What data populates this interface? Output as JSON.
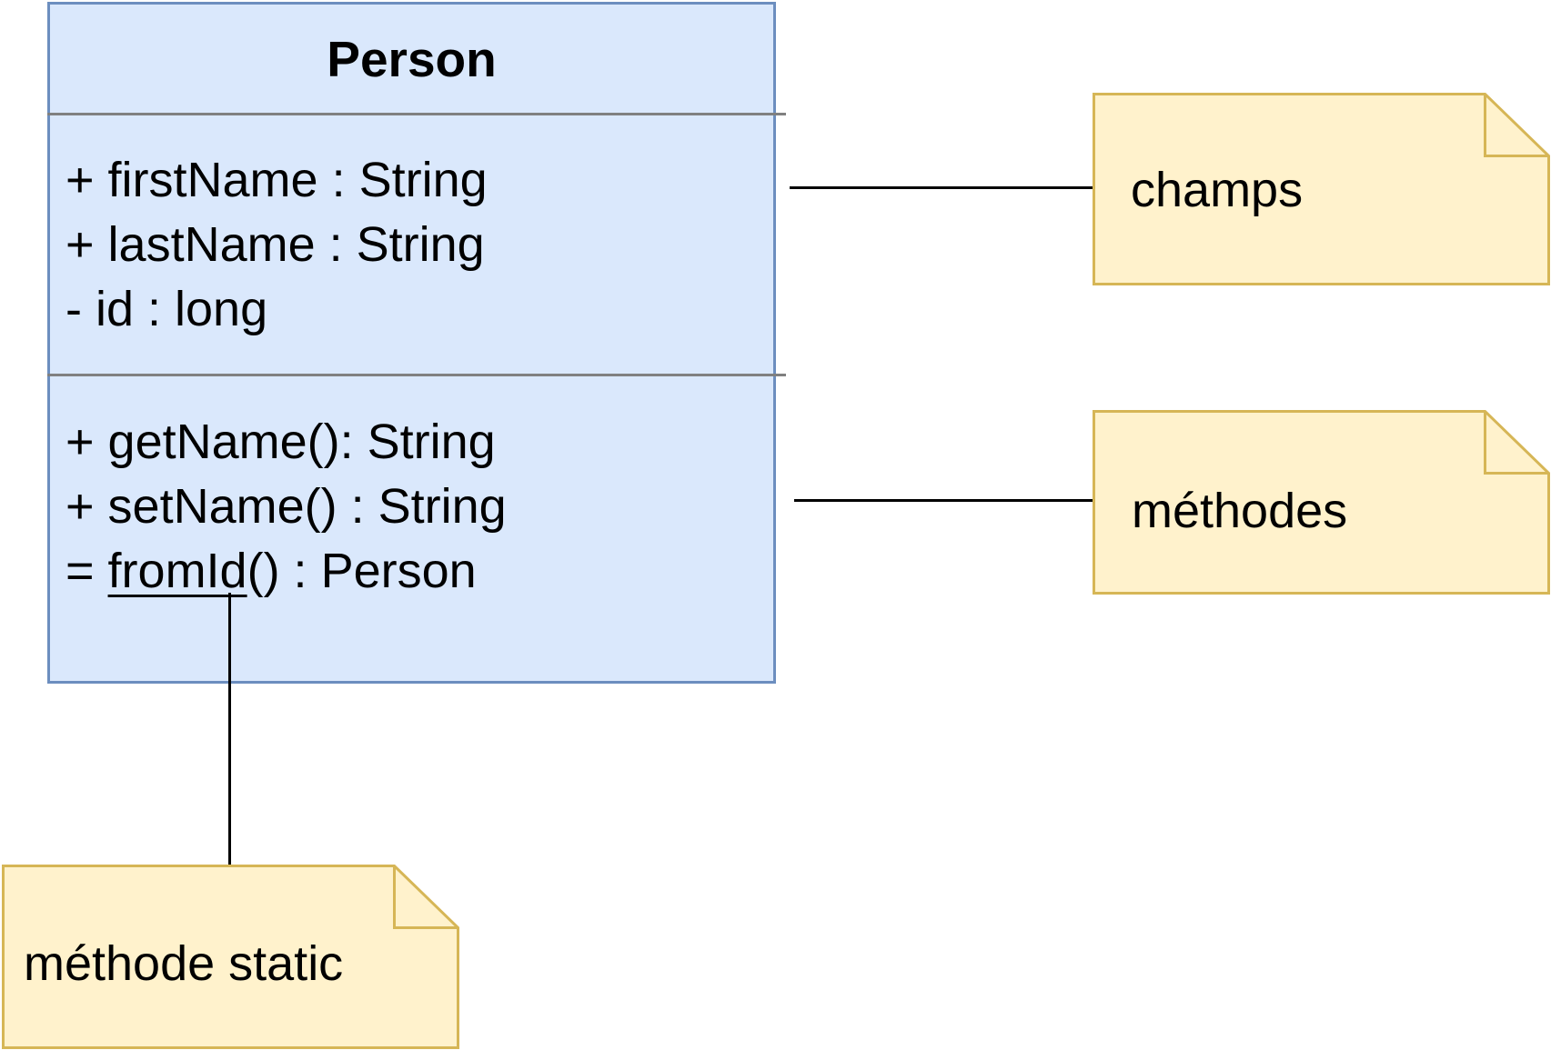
{
  "class": {
    "name": "Person",
    "fields": [
      "+ firstName : String",
      "+ lastName : String",
      "- id : long"
    ],
    "methods": {
      "get_name": "+ getName(): String",
      "set_name": "+ setName() : String",
      "from_id_prefix": "= ",
      "from_id_name": "fromId",
      "from_id_suffix": "() : Person"
    }
  },
  "notes": {
    "fields": "champs",
    "methods": "méthodes",
    "static_method": "méthode static"
  },
  "colors": {
    "class_fill": "#dae8fc",
    "class_stroke": "#6c8ebf",
    "divider": "#808080",
    "note_fill": "#fff2cc",
    "note_stroke": "#d6b656",
    "connector": "#000000"
  }
}
